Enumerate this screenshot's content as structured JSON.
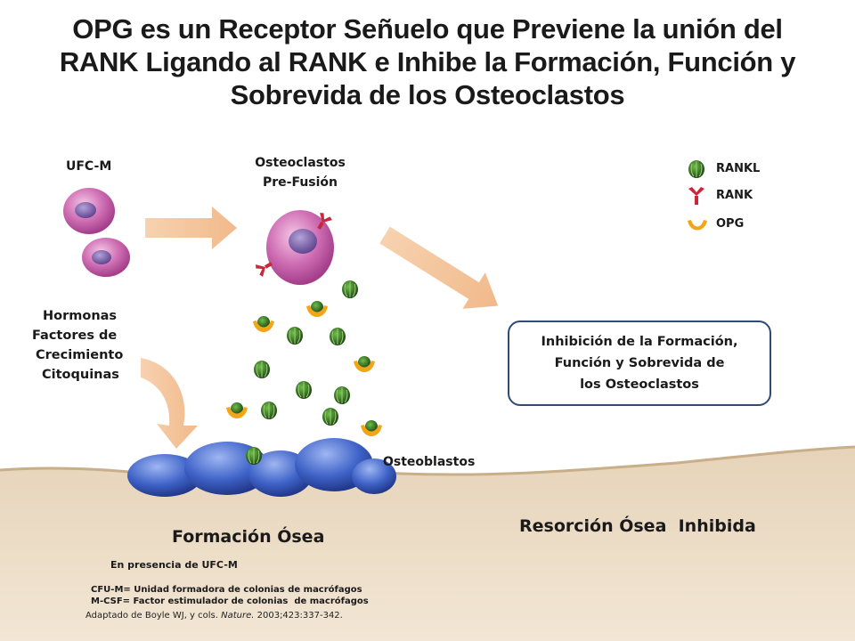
{
  "title": "OPG es un Receptor Señuelo que Previene la unión del RANK Ligando al RANK e Inhibe la Formación, Función y Sobrevida de los Osteoclastos",
  "labels": {
    "ufc_m": "UFC-M",
    "pre_fusion_line1": "Osteoclastos",
    "pre_fusion_line2": "Pre-Fusión",
    "hormones": [
      "Hormonas",
      "Factores de",
      "Crecimiento",
      "Citoquinas"
    ],
    "osteoblasts": "Osteoblastos"
  },
  "legend": [
    {
      "label": "RANKL",
      "icon": "rankl-icon",
      "color": "#2e6a1f"
    },
    {
      "label": "RANK",
      "icon": "rank-icon",
      "color": "#c8283a"
    },
    {
      "label": "OPG",
      "icon": "opg-icon",
      "color": "#f2a516"
    }
  ],
  "inhibition_box": [
    "Inhibición de la Formación,",
    "Función y Sobrevida de",
    "los Osteoclastos"
  ],
  "bone_formation": "Formación Ósea",
  "bone_resorption": "Resorción Ósea  Inhibida",
  "presence_note": "En presencia de UFC-M",
  "abbreviations": [
    "CFU-M= Unidad formadora de colonias de macrófagos",
    "M-CSF= Factor estimulador de colonias  de macrófagos"
  ],
  "citation": {
    "prefix": "Adaptado de Boyle WJ, y cols. ",
    "journal": "Nature.",
    "suffix": " 2003;423:337-342."
  },
  "colors": {
    "cell": "#c85aa8",
    "nucleus": "#6a4f9a",
    "arrow": "#f5c9a2",
    "bone": "#d9c3a5",
    "osteoblast": "#3f63c8",
    "box_border": "#2f4a74"
  }
}
